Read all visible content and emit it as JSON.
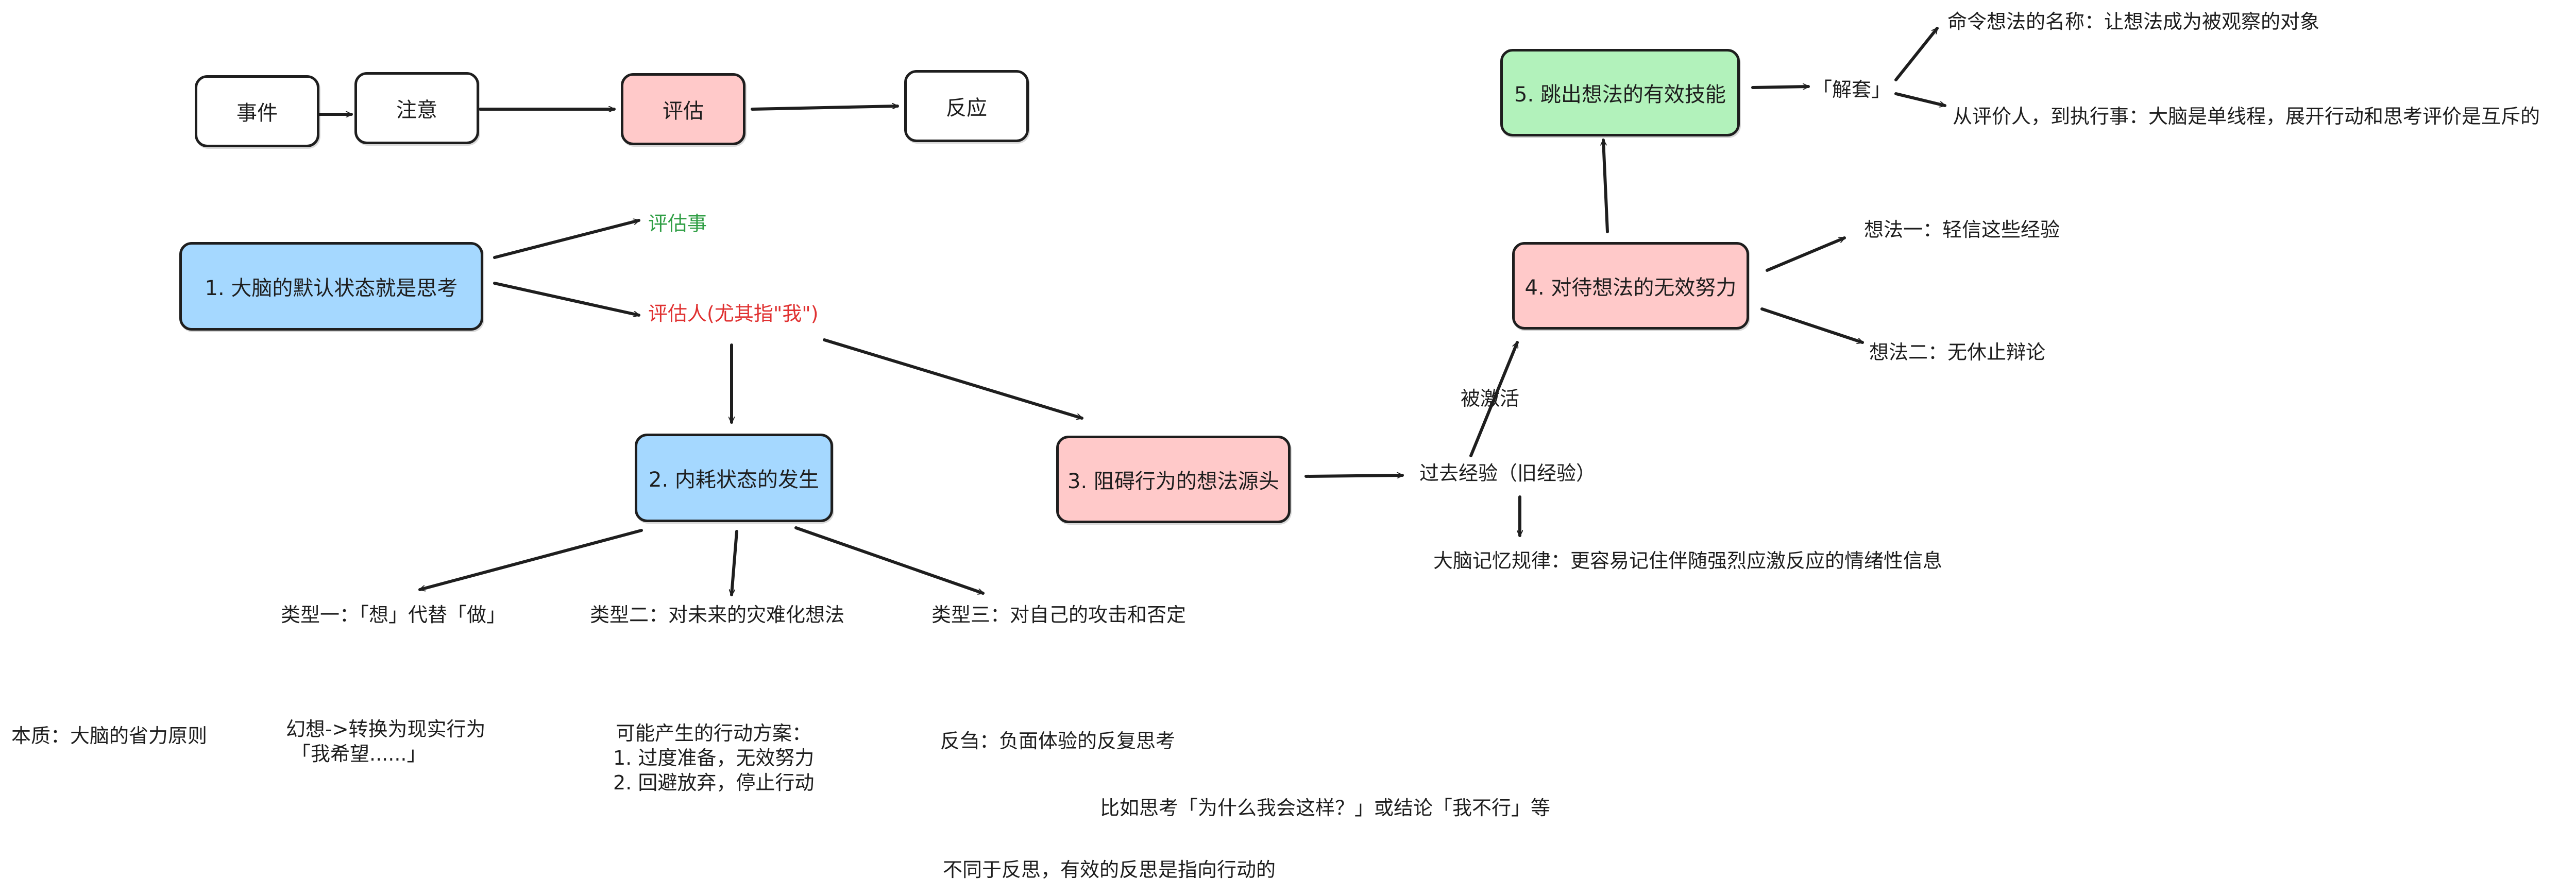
{
  "colors": {
    "blue": "#a5d8ff",
    "pink": "#ffc9c9",
    "green": "#b2f2bb",
    "white": "#ffffff",
    "stroke": "#1e1e1e",
    "text_green": "#2f9e44",
    "text_red": "#e03131"
  },
  "flow": {
    "event": "事件",
    "attention": "注意",
    "evaluation": "评估",
    "reaction": "反应"
  },
  "nodes": {
    "n1": "1. 大脑的默认状态就是思考",
    "n2": "2. 内耗状态的发生",
    "n3": "3. 阻碍行为的想法源头",
    "n4": "4. 对待想法的无效努力",
    "n5": "5. 跳出想法的有效技能"
  },
  "labels": {
    "eval_things": "评估事",
    "eval_people": "评估人(尤其指\"我\")",
    "type1": "类型一：「想」代替「做」",
    "type2": "类型二：对未来的灾难化想法",
    "type3": "类型三：对自己的攻击和否定",
    "past_exp": "过去经验（旧经验）",
    "memory_rule": "大脑记忆规律：更容易记住伴随强烈应激反应的情绪性信息",
    "activated": "被激活",
    "thought1": "想法一：轻信这些经验",
    "thought2": "想法二：无休止辩论",
    "unlock": "「解套」",
    "name_thought": "命令想法的名称：让想法成为被观察的对象",
    "from_eval": "从评价人，到执行事：大脑是单线程，展开行动和思考评价是互斥的"
  },
  "notes": {
    "essence": "本质：大脑的省力原则",
    "fantasy_1": "幻想->转换为现实行为",
    "fantasy_2": "「我希望......」",
    "action_title": "可能产生的行动方案：",
    "action_1": "1. 过度准备，无效努力",
    "action_2": "2. 回避放弃，停止行动",
    "rumination": "反刍：负面体验的反复思考",
    "example": "比如思考「为什么我会这样？」或结论「我不行」等",
    "difference": "不同于反思，有效的反思是指向行动的"
  }
}
